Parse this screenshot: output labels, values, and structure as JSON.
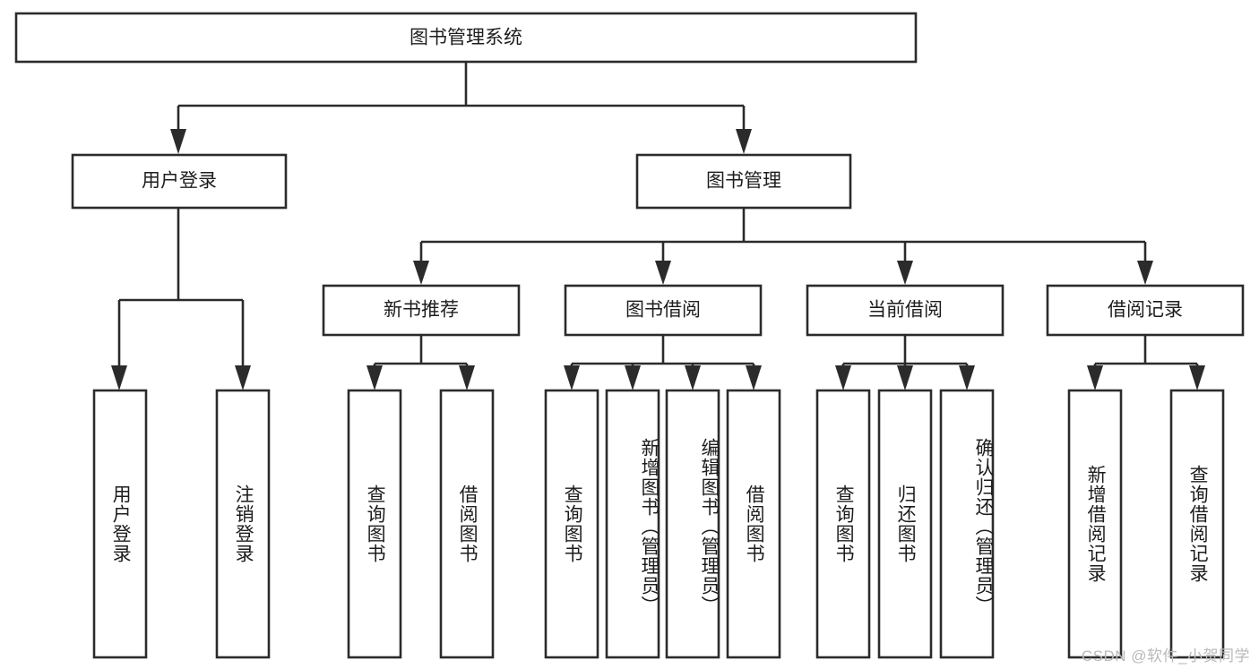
{
  "diagram": {
    "title": "图书管理系统",
    "type": "tree",
    "root": {
      "id": "root",
      "label": "图书管理系统",
      "orientation": "horizontal"
    },
    "level2": [
      {
        "id": "user-login",
        "label": "用户登录",
        "orientation": "horizontal"
      },
      {
        "id": "book-management",
        "label": "图书管理",
        "orientation": "horizontal"
      }
    ],
    "level3": [
      {
        "id": "new-book-recommend",
        "label": "新书推荐",
        "orientation": "horizontal",
        "parent": "book-management"
      },
      {
        "id": "book-borrow",
        "label": "图书借阅",
        "orientation": "horizontal",
        "parent": "book-management"
      },
      {
        "id": "current-borrow",
        "label": "当前借阅",
        "orientation": "horizontal",
        "parent": "book-management"
      },
      {
        "id": "borrow-record",
        "label": "借阅记录",
        "orientation": "horizontal",
        "parent": "book-management"
      }
    ],
    "leaves": [
      {
        "id": "leaf-user-login",
        "label": "用户登录",
        "orientation": "vertical",
        "parent": "user-login"
      },
      {
        "id": "leaf-logout-login",
        "label": "注销登录",
        "orientation": "vertical",
        "parent": "user-login"
      },
      {
        "id": "leaf-query-book-1",
        "label": "查询图书",
        "orientation": "vertical",
        "parent": "new-book-recommend"
      },
      {
        "id": "leaf-borrow-book-1",
        "label": "借阅图书",
        "orientation": "vertical",
        "parent": "new-book-recommend"
      },
      {
        "id": "leaf-query-book-2",
        "label": "查询图书",
        "orientation": "vertical",
        "parent": "book-borrow"
      },
      {
        "id": "leaf-add-book",
        "label": "新增图书（管理员）",
        "orientation": "vertical",
        "parent": "book-borrow"
      },
      {
        "id": "leaf-edit-book",
        "label": "编辑图书（管理员）",
        "orientation": "vertical",
        "parent": "book-borrow"
      },
      {
        "id": "leaf-borrow-book-2",
        "label": "借阅图书",
        "orientation": "vertical",
        "parent": "book-borrow"
      },
      {
        "id": "leaf-query-book-3",
        "label": "查询图书",
        "orientation": "vertical",
        "parent": "current-borrow"
      },
      {
        "id": "leaf-return-book",
        "label": "归还图书",
        "orientation": "vertical",
        "parent": "current-borrow"
      },
      {
        "id": "leaf-confirm-return",
        "label": "确认归还（管理员）",
        "orientation": "vertical",
        "parent": "current-borrow"
      },
      {
        "id": "leaf-add-record",
        "label": "新增借阅记录",
        "orientation": "vertical",
        "parent": "borrow-record"
      },
      {
        "id": "leaf-query-record",
        "label": "查询借阅记录",
        "orientation": "vertical",
        "parent": "borrow-record"
      }
    ],
    "colors": {
      "stroke": "#2b2b2b",
      "fill": "#ffffff",
      "text": "#1d1d1d",
      "watermark": "#b9b9b9"
    }
  },
  "watermark": {
    "text": "CSDN @软件_小贺同学"
  }
}
